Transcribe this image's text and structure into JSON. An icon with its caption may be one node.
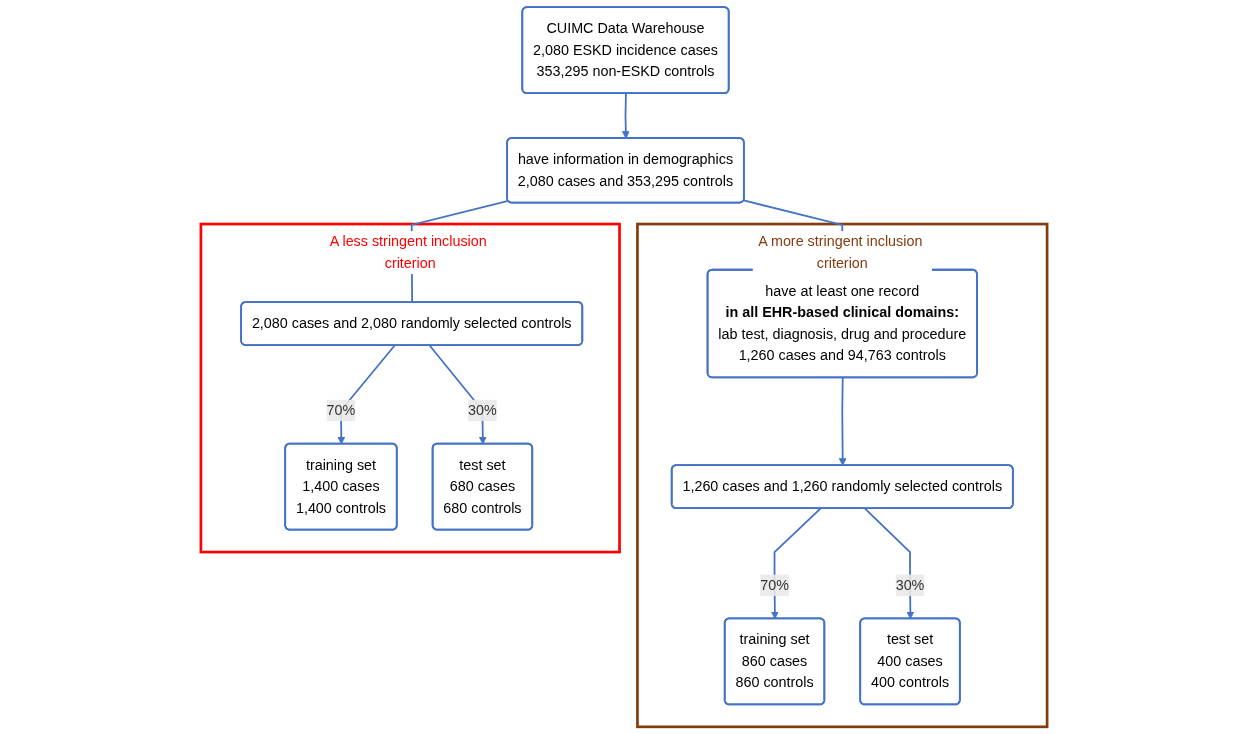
{
  "diagram": {
    "nodes": [
      {
        "text": [
          "CUIMC Data Warehouse",
          "2,080 ESKD incidence cases",
          "353,295 non-ESKD controls"
        ]
      },
      {
        "text": [
          "have information in demographics",
          "2,080 cases and 353,295 controls"
        ]
      },
      {
        "text": [
          "A less stringent inclusion criterion"
        ]
      },
      {
        "text": [
          "2,080 cases and 2,080 randomly selected controls"
        ],
        "in": 2
      },
      {
        "text": [
          "training set",
          "1,400 cases",
          "1,400 controls"
        ],
        "in": 2
      },
      {
        "text": [
          "test set",
          "680 cases",
          "680 controls"
        ],
        "in": 2
      },
      {
        "text": [
          "A more stringent inclusion criterion"
        ]
      },
      {
        "text": [
          "have at least one record",
          "**in all EHR-based clinical domains:**",
          "lab test, diagnosis, drug and procedure",
          "1,260 cases and 94,763 controls"
        ],
        "in": 6
      },
      {
        "text": [
          "1,260 cases and 1,260 randomly selected controls"
        ],
        "in": 6
      },
      {
        "text": [
          "training set",
          "860 cases",
          "860 controls"
        ],
        "in": 6
      },
      {
        "text": [
          "test set",
          "400 cases",
          "400 controls"
        ],
        "in": 6
      }
    ],
    "edges": [
      {
        "from": 0,
        "to": 1,
        "arrow": "to"
      },
      {
        "from": 1,
        "to": 3,
        "arrow": "none"
      },
      {
        "from": 1,
        "to": 7,
        "arrow": "to"
      },
      {
        "from": 3,
        "to": 4,
        "arrow": "to",
        "label": "70%"
      },
      {
        "from": 3,
        "to": 5,
        "arrow": "to",
        "label": "30%"
      },
      {
        "from": 7,
        "to": 8,
        "arrow": "to"
      },
      {
        "from": 8,
        "to": 9,
        "arrow": "to",
        "label": "70%"
      },
      {
        "from": 8,
        "to": 10,
        "arrow": "to",
        "label": "30%"
      }
    ]
  }
}
